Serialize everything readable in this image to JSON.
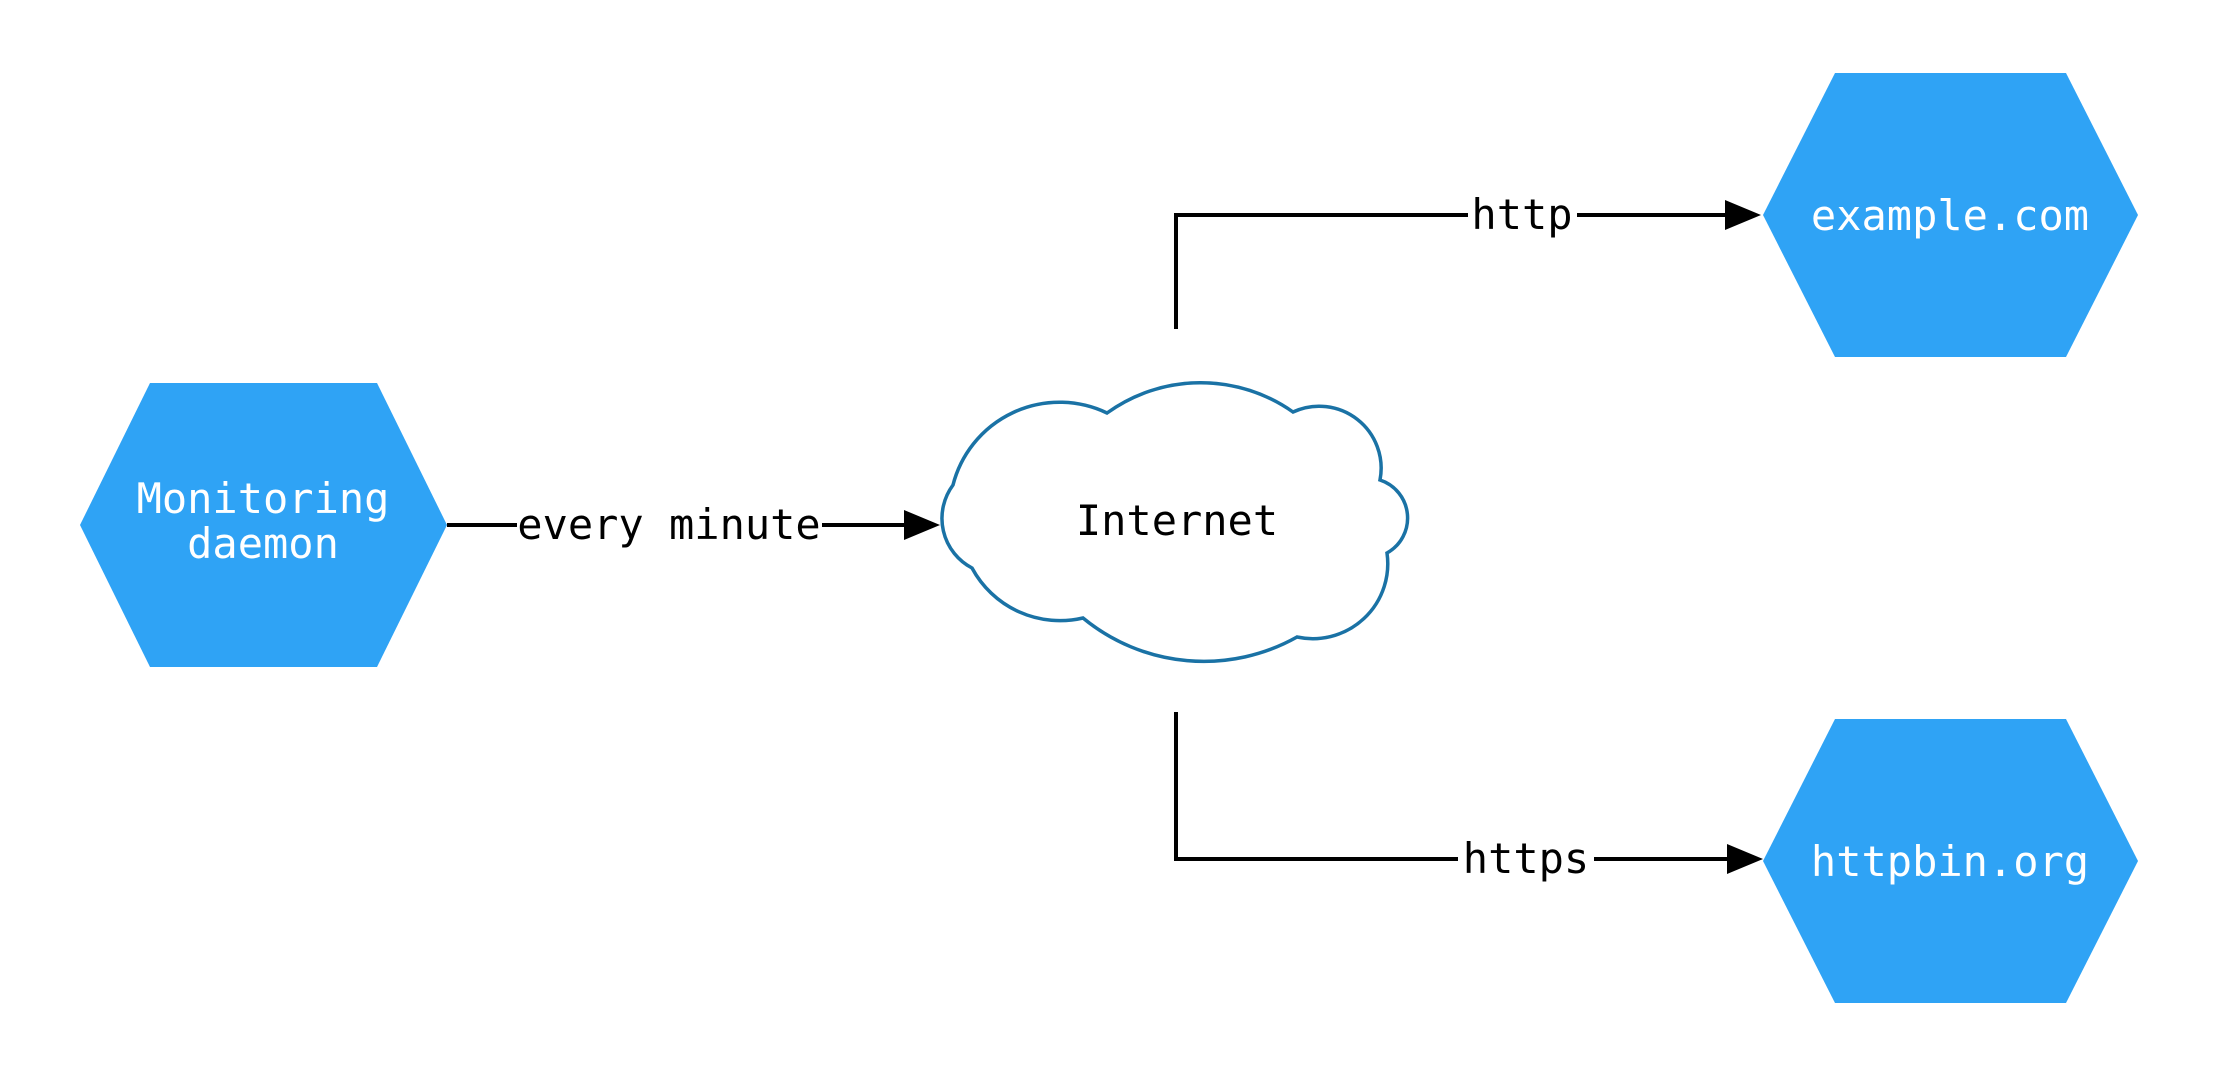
{
  "diagram": {
    "colors": {
      "node_fill": "#2fa3f5",
      "node_text": "#ffffff",
      "cloud_fill": "#ffffff",
      "cloud_stroke": "#1a72a5",
      "cloud_text": "#000000",
      "edge": "#000000",
      "edge_label_text": "#000000"
    },
    "nodes": {
      "monitoring": {
        "type": "hexagon",
        "lines": [
          "Monitoring",
          "daemon"
        ]
      },
      "internet": {
        "type": "cloud",
        "label": "Internet"
      },
      "example": {
        "type": "hexagon",
        "label": "example.com"
      },
      "httpbin": {
        "type": "hexagon",
        "label": "httpbin.org"
      }
    },
    "edges": [
      {
        "from": "monitoring",
        "to": "internet",
        "label": "every minute"
      },
      {
        "from": "internet",
        "to": "example",
        "label": "http"
      },
      {
        "from": "internet",
        "to": "httpbin",
        "label": "https"
      }
    ]
  }
}
